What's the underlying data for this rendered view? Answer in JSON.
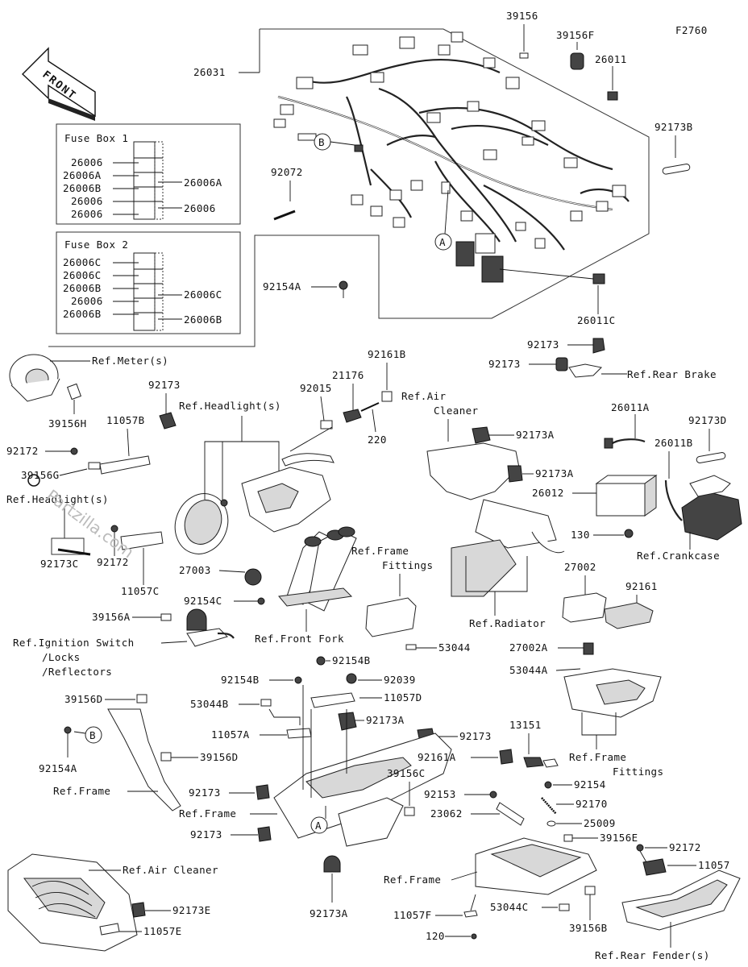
{
  "figure_code": "F2760",
  "front_arrow": "FRONT",
  "watermark": "Partzilla.com",
  "fuse_box_1": {
    "title": "Fuse Box 1",
    "left_labels": [
      "26006",
      "26006A",
      "26006B",
      "26006",
      "26006"
    ],
    "right_labels": [
      "26006A",
      "26006"
    ]
  },
  "fuse_box_2": {
    "title": "Fuse Box 2",
    "left_labels": [
      "26006C",
      "26006C",
      "26006B",
      "26006",
      "26006B"
    ],
    "right_labels": [
      "26006C",
      "26006B"
    ]
  },
  "callouts": {
    "c26031": "26031",
    "c39156_top": "39156",
    "c39156F": "39156F",
    "c26011": "26011",
    "c92173B": "92173B",
    "c92072": "92072",
    "c92154A_top": "92154A",
    "c26011C": "26011C",
    "c92173_rb1": "92173",
    "c92173_rb2": "92173",
    "ref_rear_brake": "Ref.Rear Brake",
    "ref_meter": "Ref.Meter(s)",
    "c39156H": "39156H",
    "c92173_left": "92173",
    "c11057B": "11057B",
    "ref_headlight_top": "Ref.Headlight(s)",
    "c92161B": "92161B",
    "c21176": "21176",
    "c92015": "92015",
    "c220": "220",
    "ref_air_cleaner_top": "Ref.Air",
    "ref_air_cleaner_top2": "Cleaner",
    "c92172_a": "92172",
    "c39156G": "39156G",
    "ref_headlight_left": "Ref.Headlight(s)",
    "c92172_b": "92172",
    "c92173C": "92173C",
    "c11057C": "11057C",
    "c92173A_1": "92173A",
    "c92173A_2": "92173A",
    "c26011A": "26011A",
    "c26011B": "26011B",
    "c92173D": "92173D",
    "c26012": "26012",
    "c130": "130",
    "ref_crankcase": "Ref.Crankcase",
    "c27003": "27003",
    "c92154C": "92154C",
    "ref_frame_fittings_top": "Ref.Frame",
    "ref_frame_fittings_top2": "Fittings",
    "c27002": "27002",
    "c92161": "92161",
    "ref_radiator": "Ref.Radiator",
    "c39156A": "39156A",
    "ref_ignition": "Ref.Ignition Switch",
    "ref_locks": "/Locks",
    "ref_reflectors": "/Reflectors",
    "ref_front_fork": "Ref.Front Fork",
    "c53044": "53044",
    "c27002A": "27002A",
    "c53044A": "53044A",
    "c92154B_1": "92154B",
    "c92154B_2": "92154B",
    "c92039": "92039",
    "c11057D": "11057D",
    "c39156D_1": "39156D",
    "c53044B": "53044B",
    "c92173A_3": "92173A",
    "ref_frame_fittings_r": "Ref.Frame",
    "ref_frame_fittings_r2": "Fittings",
    "c11057A": "11057A",
    "c92173_mid": "92173",
    "c13151": "13151",
    "c92154A_b": "92154A",
    "c39156D_2": "39156D",
    "c92161A": "92161A",
    "ref_frame_1": "Ref.Frame",
    "c39156C": "39156C",
    "c92154": "92154",
    "c92173_l2": "92173",
    "ref_frame_2": "Ref.Frame",
    "c92153": "92153",
    "c92170": "92170",
    "c23062": "23062",
    "c25009": "25009",
    "c92173_l3": "92173",
    "c39156E": "39156E",
    "c92172_r": "92172",
    "ref_air_cleaner_b": "Ref.Air Cleaner",
    "ref_frame_3": "Ref.Frame",
    "c11057": "11057",
    "c92173E": "92173E",
    "c11057F": "11057F",
    "c53044C": "53044C",
    "c39156B": "39156B",
    "c11057E": "11057E",
    "c92173A_4": "92173A",
    "c120": "120",
    "ref_rear_fender": "Ref.Rear Fender(s)",
    "mark_a1": "A",
    "mark_a2": "A",
    "mark_b1": "B",
    "mark_b2": "B"
  }
}
